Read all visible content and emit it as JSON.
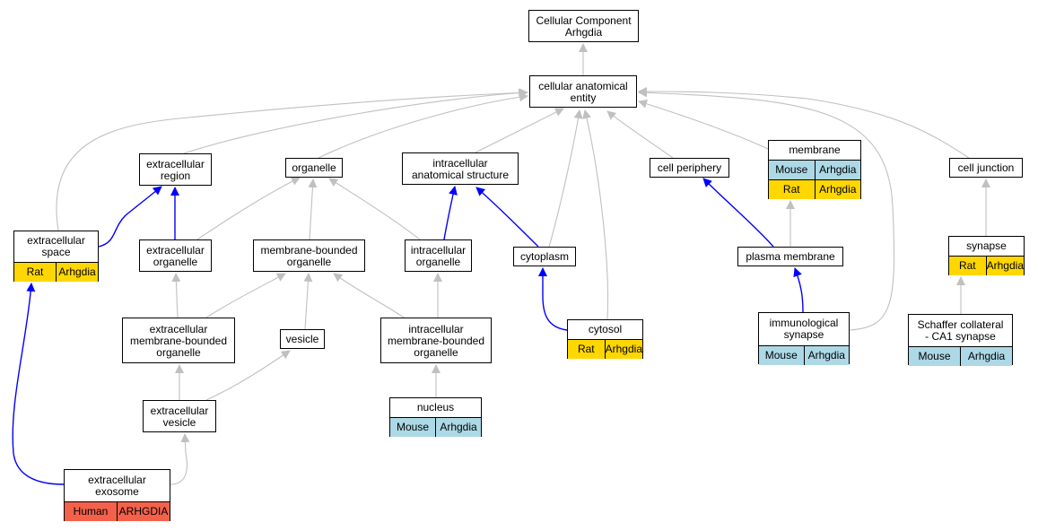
{
  "title": "",
  "colors": {
    "regular_edge": "#c0c0c0",
    "highlight_edge": "#0000ff",
    "Rat": "#ffd700",
    "Mouse": "#add8e6",
    "Human": "#f4614b"
  },
  "nodes": {
    "cellular_component": {
      "label": "Cellular Component\nArhgdia",
      "annotations": []
    },
    "cellular_anatomical_entity": {
      "label": "cellular anatomical\nentity",
      "annotations": []
    },
    "extracellular_region": {
      "label": "extracellular\nregion",
      "annotations": []
    },
    "organelle": {
      "label": "organelle",
      "annotations": []
    },
    "intracellular_anatomical_structure": {
      "label": "intracellular\nanatomical structure",
      "annotations": []
    },
    "cell_periphery": {
      "label": "cell periphery",
      "annotations": []
    },
    "membrane": {
      "label": "membrane",
      "annotations": [
        {
          "species": "Mouse",
          "gene": "Arhgdia"
        },
        {
          "species": "Rat",
          "gene": "Arhgdia"
        }
      ]
    },
    "cell_junction": {
      "label": "cell junction",
      "annotations": []
    },
    "extracellular_space": {
      "label": "extracellular\nspace",
      "annotations": [
        {
          "species": "Rat",
          "gene": "Arhgdia"
        }
      ]
    },
    "extracellular_organelle": {
      "label": "extracellular\norganelle",
      "annotations": []
    },
    "membrane_bounded_organelle": {
      "label": "membrane-bounded\norganelle",
      "annotations": []
    },
    "intracellular_organelle": {
      "label": "intracellular\norganelle",
      "annotations": []
    },
    "cytoplasm": {
      "label": "cytoplasm",
      "annotations": []
    },
    "plasma_membrane": {
      "label": "plasma membrane",
      "annotations": []
    },
    "synapse": {
      "label": "synapse",
      "annotations": [
        {
          "species": "Rat",
          "gene": "Arhgdia"
        }
      ]
    },
    "extracellular_membrane_bounded_organelle": {
      "label": "extracellular\nmembrane-bounded\norganelle",
      "annotations": []
    },
    "vesicle": {
      "label": "vesicle",
      "annotations": []
    },
    "intracellular_membrane_bounded_organelle": {
      "label": "intracellular\nmembrane-bounded\norganelle",
      "annotations": []
    },
    "cytosol": {
      "label": "cytosol",
      "annotations": [
        {
          "species": "Rat",
          "gene": "Arhgdia"
        }
      ]
    },
    "immunological_synapse": {
      "label": "immunological\nsynapse",
      "annotations": [
        {
          "species": "Mouse",
          "gene": "Arhgdia"
        }
      ]
    },
    "schaffer_collateral_ca1_synapse": {
      "label": "Schaffer collateral\n- CA1 synapse",
      "annotations": [
        {
          "species": "Mouse",
          "gene": "Arhgdia"
        }
      ]
    },
    "extracellular_vesicle": {
      "label": "extracellular\nvesicle",
      "annotations": []
    },
    "nucleus": {
      "label": "nucleus",
      "annotations": [
        {
          "species": "Mouse",
          "gene": "Arhgdia"
        }
      ]
    },
    "extracellular_exosome": {
      "label": "extracellular\nexosome",
      "annotations": [
        {
          "species": "Human",
          "gene": "ARHGDIA"
        }
      ]
    }
  },
  "edges": [
    {
      "from": "cellular_anatomical_entity",
      "to": "cellular_component",
      "highlight": false
    },
    {
      "from": "extracellular_region",
      "to": "cellular_anatomical_entity",
      "highlight": false
    },
    {
      "from": "extracellular_space",
      "to": "cellular_anatomical_entity",
      "highlight": false
    },
    {
      "from": "organelle",
      "to": "cellular_anatomical_entity",
      "highlight": false
    },
    {
      "from": "intracellular_anatomical_structure",
      "to": "cellular_anatomical_entity",
      "highlight": false
    },
    {
      "from": "cytoplasm",
      "to": "cellular_anatomical_entity",
      "highlight": false
    },
    {
      "from": "cytosol",
      "to": "cellular_anatomical_entity",
      "highlight": false
    },
    {
      "from": "cell_periphery",
      "to": "cellular_anatomical_entity",
      "highlight": false
    },
    {
      "from": "membrane",
      "to": "cellular_anatomical_entity",
      "highlight": false
    },
    {
      "from": "immunological_synapse",
      "to": "cellular_anatomical_entity",
      "highlight": false
    },
    {
      "from": "cell_junction",
      "to": "cellular_anatomical_entity",
      "highlight": false
    },
    {
      "from": "extracellular_space",
      "to": "extracellular_region",
      "highlight": true
    },
    {
      "from": "extracellular_organelle",
      "to": "extracellular_region",
      "highlight": true
    },
    {
      "from": "extracellular_organelle",
      "to": "organelle",
      "highlight": false
    },
    {
      "from": "membrane_bounded_organelle",
      "to": "organelle",
      "highlight": false
    },
    {
      "from": "intracellular_organelle",
      "to": "organelle",
      "highlight": false
    },
    {
      "from": "intracellular_organelle",
      "to": "intracellular_anatomical_structure",
      "highlight": true
    },
    {
      "from": "cytoplasm",
      "to": "intracellular_anatomical_structure",
      "highlight": true
    },
    {
      "from": "plasma_membrane",
      "to": "cell_periphery",
      "highlight": true
    },
    {
      "from": "plasma_membrane",
      "to": "membrane",
      "highlight": false
    },
    {
      "from": "synapse",
      "to": "cell_junction",
      "highlight": false
    },
    {
      "from": "extracellular_membrane_bounded_organelle",
      "to": "extracellular_organelle",
      "highlight": false
    },
    {
      "from": "extracellular_membrane_bounded_organelle",
      "to": "membrane_bounded_organelle",
      "highlight": false
    },
    {
      "from": "vesicle",
      "to": "membrane_bounded_organelle",
      "highlight": false
    },
    {
      "from": "intracellular_membrane_bounded_organelle",
      "to": "membrane_bounded_organelle",
      "highlight": false
    },
    {
      "from": "intracellular_membrane_bounded_organelle",
      "to": "intracellular_organelle",
      "highlight": false
    },
    {
      "from": "cytosol",
      "to": "cytoplasm",
      "highlight": true
    },
    {
      "from": "immunological_synapse",
      "to": "plasma_membrane",
      "highlight": true
    },
    {
      "from": "schaffer_collateral_ca1_synapse",
      "to": "synapse",
      "highlight": false
    },
    {
      "from": "extracellular_vesicle",
      "to": "extracellular_membrane_bounded_organelle",
      "highlight": false
    },
    {
      "from": "extracellular_vesicle",
      "to": "vesicle",
      "highlight": false
    },
    {
      "from": "nucleus",
      "to": "intracellular_membrane_bounded_organelle",
      "highlight": false
    },
    {
      "from": "extracellular_exosome",
      "to": "extracellular_vesicle",
      "highlight": false
    },
    {
      "from": "extracellular_exosome",
      "to": "extracellular_space",
      "highlight": true
    }
  ]
}
